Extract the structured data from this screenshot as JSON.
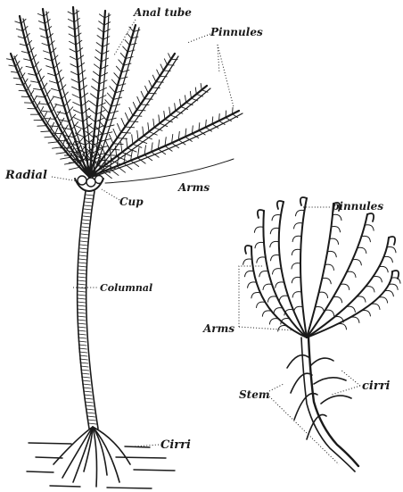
{
  "figure_a": {
    "labels": {
      "anal_tube": "Anal tube",
      "pinnules": "Pinnules",
      "radial": "Radial",
      "cup": "Cup",
      "arms": "Arms",
      "columnal": "Columnal",
      "cirri": "Cirri"
    }
  },
  "figure_b": {
    "labels": {
      "pinnules": "pinnules",
      "arms": "Arms",
      "stem": "Stem",
      "cirri": "cirri"
    }
  }
}
